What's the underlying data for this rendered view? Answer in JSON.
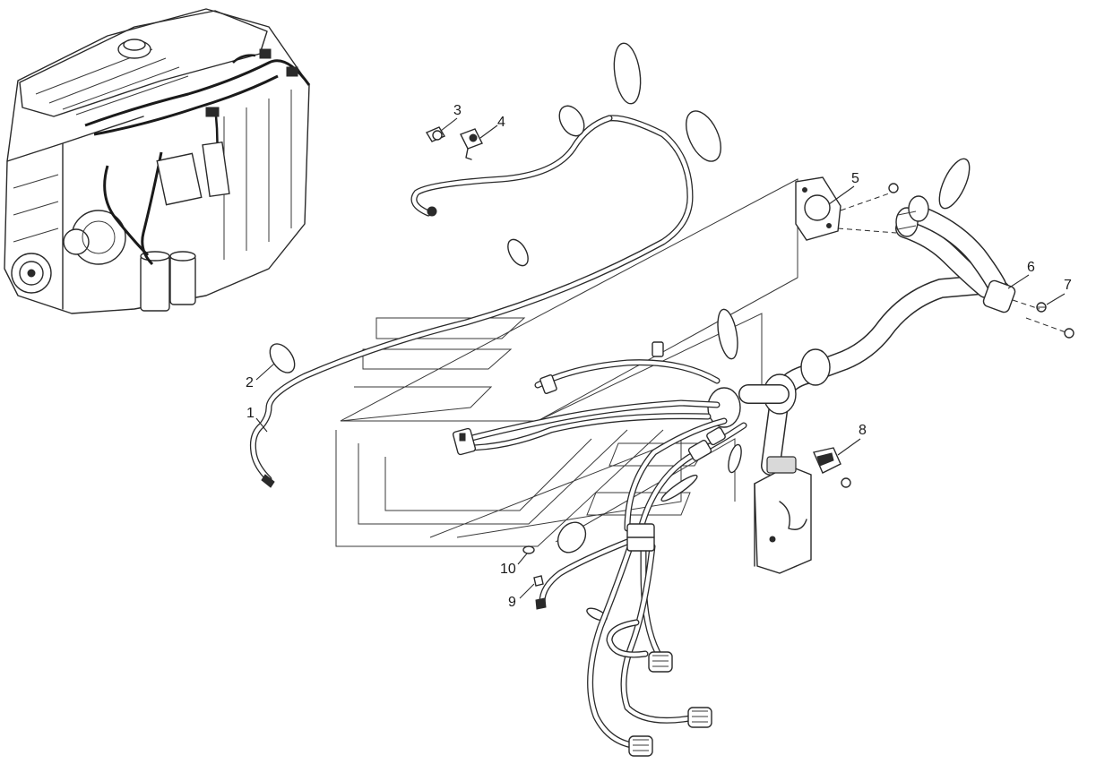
{
  "diagram": {
    "callouts": [
      {
        "id": "1",
        "label": "1"
      },
      {
        "id": "2",
        "label": "2"
      },
      {
        "id": "3",
        "label": "3"
      },
      {
        "id": "4",
        "label": "4"
      },
      {
        "id": "5",
        "label": "5"
      },
      {
        "id": "6",
        "label": "6"
      },
      {
        "id": "7",
        "label": "7"
      },
      {
        "id": "8",
        "label": "8"
      },
      {
        "id": "9",
        "label": "9"
      },
      {
        "id": "10",
        "label": "10"
      }
    ],
    "colors": {
      "line": "#2a2a2a",
      "background": "#ffffff",
      "shade": "#d9d9d9"
    }
  }
}
